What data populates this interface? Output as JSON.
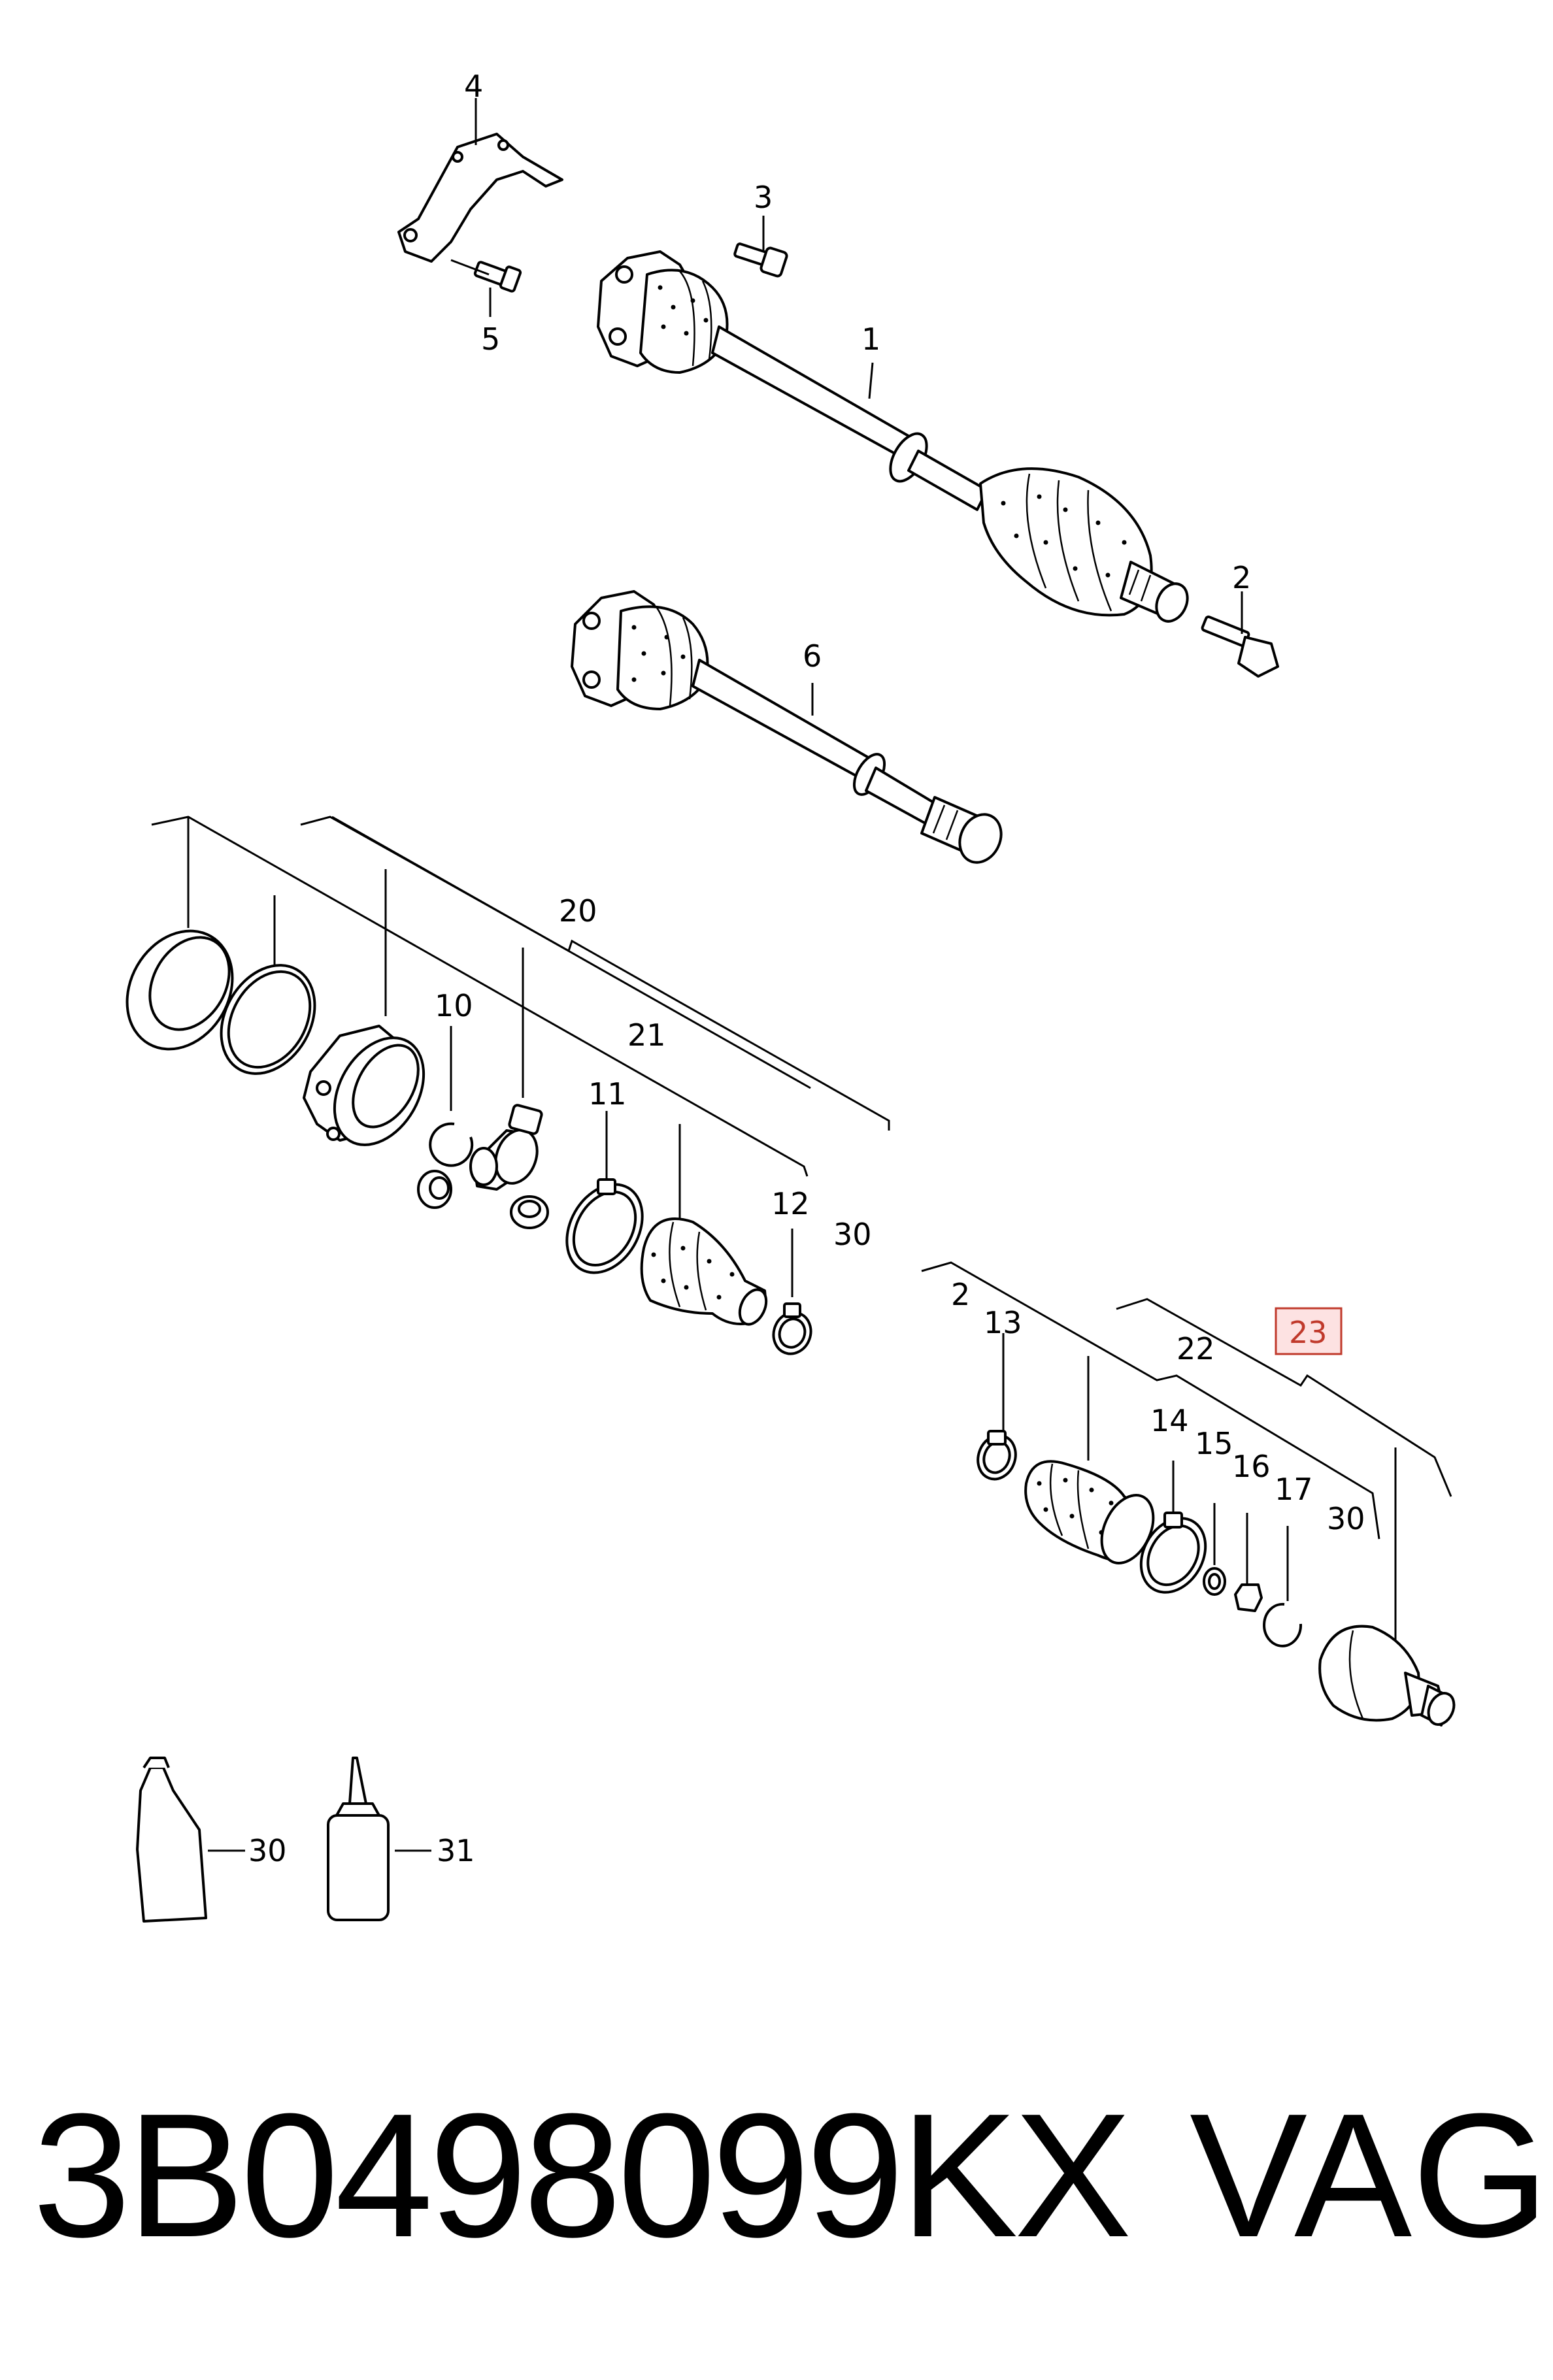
{
  "callouts": {
    "c1": "1",
    "c2a": "2",
    "c2b": "2",
    "c3": "3",
    "c4": "4",
    "c5": "5",
    "c6": "6",
    "c10": "10",
    "c11": "11",
    "c12": "12",
    "c13": "13",
    "c14": "14",
    "c15": "15",
    "c16": "16",
    "c17": "17",
    "c20": "20",
    "c21": "21",
    "c22": "22",
    "c23": "23",
    "c30a": "30",
    "c30b": "30",
    "c30c": "30",
    "c31": "31"
  },
  "highlight_color": "#c0392b",
  "highlight_fill": "#fde2e2",
  "footer": {
    "part_number": "3B0498099KX",
    "brand": "VAG"
  }
}
